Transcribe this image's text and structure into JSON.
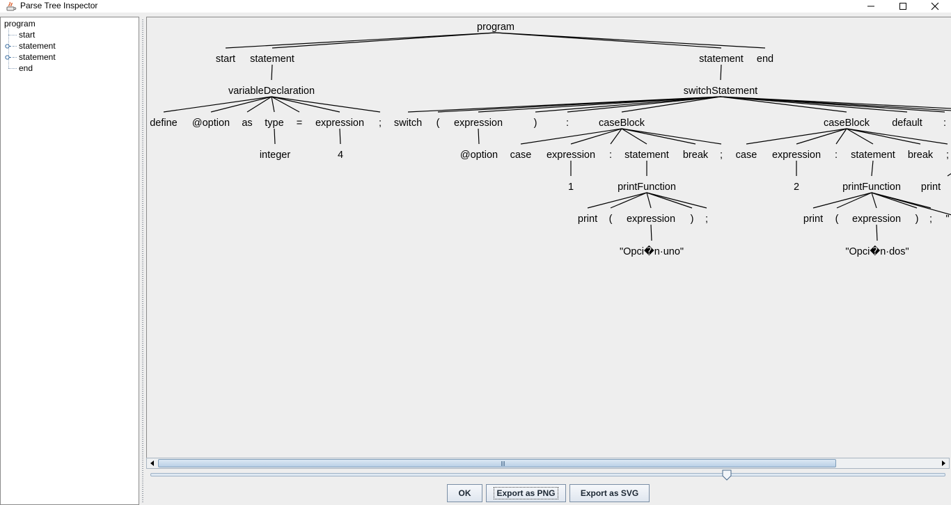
{
  "window": {
    "title": "Parse Tree Inspector"
  },
  "tree_panel": {
    "root": "program",
    "children": [
      {
        "label": "start",
        "expandable": false
      },
      {
        "label": "statement",
        "expandable": true
      },
      {
        "label": "statement",
        "expandable": true
      },
      {
        "label": "end",
        "expandable": false
      }
    ]
  },
  "parse_tree": {
    "nodes": {
      "program": "program",
      "start": "start",
      "statement_1": "statement",
      "statement_2": "statement",
      "end": "end",
      "variableDeclaration": "variableDeclaration",
      "switchStatement": "switchStatement",
      "define": "define",
      "option_1": "@option",
      "as": "as",
      "type": "type",
      "equals": "=",
      "expression_1": "expression",
      "semicolon_1": ";",
      "switch": "switch",
      "lparen_1": "(",
      "expression_2": "expression",
      "rparen_1": ")",
      "colon_1": ":",
      "caseBlock_1": "caseBlock",
      "caseBlock_2": "caseBlock",
      "default": "default",
      "colon_default": ":",
      "integer": "integer",
      "number_4": "4",
      "option_2": "@option",
      "case_1": "case",
      "expression_3": "expression",
      "colon_2": ":",
      "statement_3": "statement",
      "break_1": "break",
      "semicolon_2": ";",
      "case_2": "case",
      "expression_4": "expression",
      "colon_3": ":",
      "statement_4": "statement",
      "break_2": "break",
      "semicolon_3": ";",
      "number_1": "1",
      "printFunction_1": "printFunction",
      "number_2": "2",
      "printFunction_2": "printFunction",
      "print_partial": "print",
      "print_1": "print",
      "lparen_2": "(",
      "expression_5": "expression",
      "rparen_2": ")",
      "semicolon_4": ";",
      "print_2": "print",
      "lparen_3": "(",
      "expression_6": "expression",
      "rparen_3": ")",
      "semicolon_5": ";",
      "quote_partial": "\"",
      "string_1": "\"Opci�n·uno\"",
      "string_2": "\"Opci�n·dos\""
    }
  },
  "zoom": {
    "value": 0.725
  },
  "scroll": {
    "position": 0.0,
    "visible_fraction": 0.87
  },
  "buttons": {
    "ok": "OK",
    "export_png": "Export as PNG",
    "export_svg": "Export as SVG"
  }
}
